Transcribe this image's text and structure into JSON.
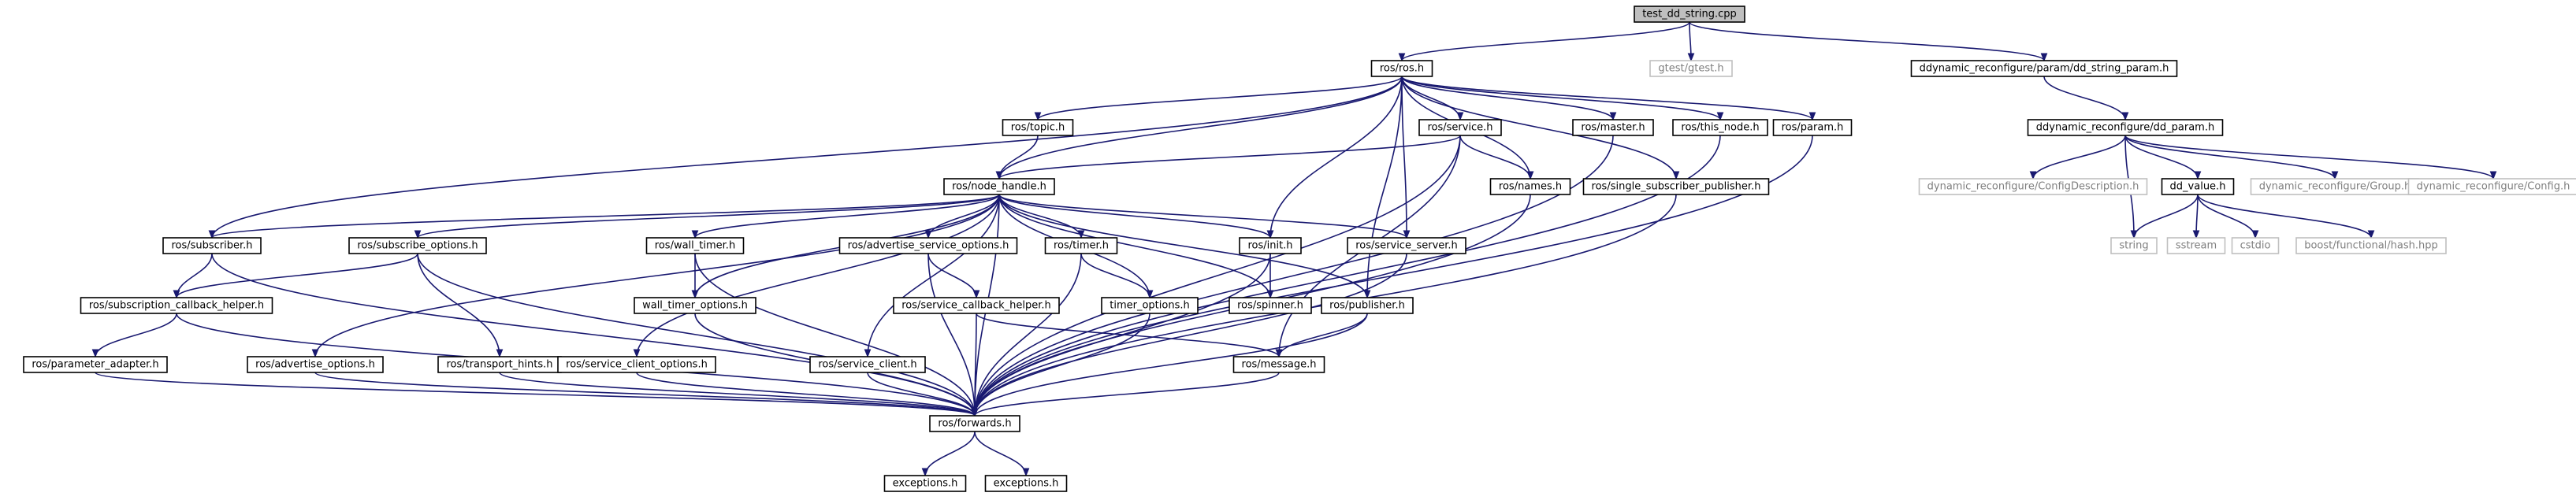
{
  "nodes": [
    {
      "id": "n_test",
      "label": "test_dd_string.cpp",
      "kind": "root"
    },
    {
      "id": "n_ros",
      "label": "ros/ros.h"
    },
    {
      "id": "n_gtest",
      "label": "gtest/gtest.h",
      "kind": "external"
    },
    {
      "id": "n_ddsp",
      "label": "ddynamic_reconfigure/param/dd_string_param.h"
    },
    {
      "id": "n_topic",
      "label": "ros/topic.h"
    },
    {
      "id": "n_service",
      "label": "ros/service.h"
    },
    {
      "id": "n_master",
      "label": "ros/master.h"
    },
    {
      "id": "n_thisnode",
      "label": "ros/this_node.h"
    },
    {
      "id": "n_param",
      "label": "ros/param.h"
    },
    {
      "id": "n_ddparam",
      "label": "ddynamic_reconfigure/dd_param.h"
    },
    {
      "id": "n_nh",
      "label": "ros/node_handle.h"
    },
    {
      "id": "n_names",
      "label": "ros/names.h"
    },
    {
      "id": "n_ssp",
      "label": "ros/single_subscriber_publisher.h"
    },
    {
      "id": "n_cfgdesc",
      "label": "dynamic_reconfigure/ConfigDescription.h",
      "kind": "external"
    },
    {
      "id": "n_ddvalue",
      "label": "dd_value.h"
    },
    {
      "id": "n_group",
      "label": "dynamic_reconfigure/Group.h",
      "kind": "external"
    },
    {
      "id": "n_config",
      "label": "dynamic_reconfigure/Config.h",
      "kind": "external"
    },
    {
      "id": "n_sub",
      "label": "ros/subscriber.h"
    },
    {
      "id": "n_subopt",
      "label": "ros/subscribe_options.h"
    },
    {
      "id": "n_wtimer",
      "label": "ros/wall_timer.h"
    },
    {
      "id": "n_advsrvopt",
      "label": "ros/advertise_service_options.h"
    },
    {
      "id": "n_timer",
      "label": "ros/timer.h"
    },
    {
      "id": "n_init",
      "label": "ros/init.h"
    },
    {
      "id": "n_srvserver",
      "label": "ros/service_server.h"
    },
    {
      "id": "n_string",
      "label": "string",
      "kind": "external"
    },
    {
      "id": "n_sstream",
      "label": "sstream",
      "kind": "external"
    },
    {
      "id": "n_cstdio",
      "label": "cstdio",
      "kind": "external"
    },
    {
      "id": "n_boosthash",
      "label": "boost/functional/hash.hpp",
      "kind": "external"
    },
    {
      "id": "n_subcb",
      "label": "ros/subscription_callback_helper.h"
    },
    {
      "id": "n_wtopt",
      "label": "wall_timer_options.h"
    },
    {
      "id": "n_srvcb",
      "label": "ros/service_callback_helper.h"
    },
    {
      "id": "n_topt",
      "label": "timer_options.h"
    },
    {
      "id": "n_spinner",
      "label": "ros/spinner.h"
    },
    {
      "id": "n_pub",
      "label": "ros/publisher.h"
    },
    {
      "id": "n_padapt",
      "label": "ros/parameter_adapter.h"
    },
    {
      "id": "n_advopt",
      "label": "ros/advertise_options.h"
    },
    {
      "id": "n_transport",
      "label": "ros/transport_hints.h"
    },
    {
      "id": "n_scopt",
      "label": "ros/service_client_options.h"
    },
    {
      "id": "n_sclient",
      "label": "ros/service_client.h"
    },
    {
      "id": "n_msg",
      "label": "ros/message.h"
    },
    {
      "id": "n_fwd",
      "label": "ros/forwards.h"
    },
    {
      "id": "n_exc1",
      "label": "exceptions.h"
    },
    {
      "id": "n_exc2",
      "label": "exceptions.h"
    }
  ],
  "edges": [
    [
      "n_test",
      "n_ros"
    ],
    [
      "n_test",
      "n_gtest"
    ],
    [
      "n_test",
      "n_ddsp"
    ],
    [
      "n_ros",
      "n_topic"
    ],
    [
      "n_ros",
      "n_nh"
    ],
    [
      "n_ros",
      "n_service"
    ],
    [
      "n_ros",
      "n_master"
    ],
    [
      "n_ros",
      "n_thisnode"
    ],
    [
      "n_ros",
      "n_param"
    ],
    [
      "n_ros",
      "n_names"
    ],
    [
      "n_ros",
      "n_ssp"
    ],
    [
      "n_ros",
      "n_sub"
    ],
    [
      "n_ros",
      "n_init"
    ],
    [
      "n_ros",
      "n_srvserver"
    ],
    [
      "n_ros",
      "n_pub"
    ],
    [
      "n_ddsp",
      "n_ddparam"
    ],
    [
      "n_ddparam",
      "n_cfgdesc"
    ],
    [
      "n_ddparam",
      "n_ddvalue"
    ],
    [
      "n_ddparam",
      "n_group"
    ],
    [
      "n_ddparam",
      "n_config"
    ],
    [
      "n_ddparam",
      "n_string"
    ],
    [
      "n_ddvalue",
      "n_string"
    ],
    [
      "n_ddvalue",
      "n_sstream"
    ],
    [
      "n_ddvalue",
      "n_cstdio"
    ],
    [
      "n_ddvalue",
      "n_boosthash"
    ],
    [
      "n_topic",
      "n_nh"
    ],
    [
      "n_service",
      "n_nh"
    ],
    [
      "n_service",
      "n_names"
    ],
    [
      "n_service",
      "n_msg"
    ],
    [
      "n_service",
      "n_fwd"
    ],
    [
      "n_master",
      "n_fwd"
    ],
    [
      "n_thisnode",
      "n_fwd"
    ],
    [
      "n_param",
      "n_fwd"
    ],
    [
      "n_names",
      "n_fwd"
    ],
    [
      "n_ssp",
      "n_fwd"
    ],
    [
      "n_nh",
      "n_sub"
    ],
    [
      "n_nh",
      "n_subopt"
    ],
    [
      "n_nh",
      "n_wtimer"
    ],
    [
      "n_nh",
      "n_advsrvopt"
    ],
    [
      "n_nh",
      "n_timer"
    ],
    [
      "n_nh",
      "n_init"
    ],
    [
      "n_nh",
      "n_srvserver"
    ],
    [
      "n_nh",
      "n_wtopt"
    ],
    [
      "n_nh",
      "n_topt"
    ],
    [
      "n_nh",
      "n_spinner"
    ],
    [
      "n_nh",
      "n_pub"
    ],
    [
      "n_nh",
      "n_advopt"
    ],
    [
      "n_nh",
      "n_scopt"
    ],
    [
      "n_nh",
      "n_sclient"
    ],
    [
      "n_nh",
      "n_fwd"
    ],
    [
      "n_sub",
      "n_subcb"
    ],
    [
      "n_sub",
      "n_fwd"
    ],
    [
      "n_subopt",
      "n_subcb"
    ],
    [
      "n_subopt",
      "n_transport"
    ],
    [
      "n_subopt",
      "n_fwd"
    ],
    [
      "n_subcb",
      "n_padapt"
    ],
    [
      "n_subcb",
      "n_fwd"
    ],
    [
      "n_wtimer",
      "n_wtopt"
    ],
    [
      "n_wtimer",
      "n_fwd"
    ],
    [
      "n_advsrvopt",
      "n_srvcb"
    ],
    [
      "n_advsrvopt",
      "n_fwd"
    ],
    [
      "n_srvcb",
      "n_fwd"
    ],
    [
      "n_srvcb",
      "n_msg"
    ],
    [
      "n_timer",
      "n_topt"
    ],
    [
      "n_timer",
      "n_fwd"
    ],
    [
      "n_init",
      "n_spinner"
    ],
    [
      "n_init",
      "n_fwd"
    ],
    [
      "n_srvserver",
      "n_fwd"
    ],
    [
      "n_pub",
      "n_msg"
    ],
    [
      "n_pub",
      "n_fwd"
    ],
    [
      "n_wtopt",
      "n_fwd"
    ],
    [
      "n_topt",
      "n_fwd"
    ],
    [
      "n_padapt",
      "n_fwd"
    ],
    [
      "n_advopt",
      "n_fwd"
    ],
    [
      "n_transport",
      "n_fwd"
    ],
    [
      "n_scopt",
      "n_fwd"
    ],
    [
      "n_sclient",
      "n_fwd"
    ],
    [
      "n_msg",
      "n_fwd"
    ],
    [
      "n_fwd",
      "n_exc1"
    ],
    [
      "n_fwd",
      "n_exc2"
    ]
  ]
}
